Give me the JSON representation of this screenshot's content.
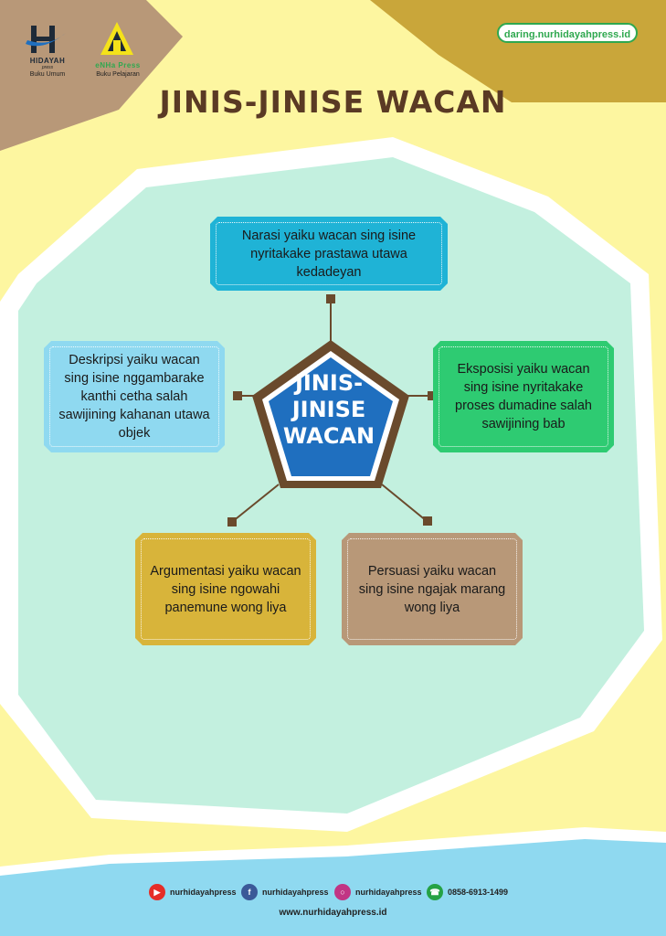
{
  "header": {
    "logo_hidayah": {
      "name": "HIDAYAH",
      "sub": "press",
      "caption": "Buku Umum"
    },
    "logo_enha": {
      "name": "eNHa Press",
      "caption": "Buku Pelajaran"
    },
    "site_badge": "daring.nurhidayahpress.id"
  },
  "title": "JINIS-JINISE WACAN",
  "center": {
    "line1": "JINIS-",
    "line2": "JINISE",
    "line3": "WACAN"
  },
  "cards": {
    "narasi": "Narasi yaiku wacan sing isine nyritakake prastawa utawa kedadeyan",
    "deskripsi": "Deskripsi yaiku wacan sing isine nggambarake kanthi cetha salah sawijining kahanan utawa objek",
    "eksposisi": "Eksposisi yaiku wacan sing isine nyritakake proses dumadine salah sawijining bab",
    "argumentasi": "Argumentasi yaiku wacan sing isine ngowahi panemune wong liya",
    "persuasi": "Persuasi yaiku wacan sing isine ngajak marang wong liya"
  },
  "footer": {
    "youtube": "nurhidayahpress",
    "facebook": "nurhidayahpress",
    "instagram": "nurhidayahpress",
    "whatsapp": "0858-6913-1499",
    "website": "www.nurhidayahpress.id"
  },
  "colors": {
    "background": "#fdf6a0",
    "mint": "#c3f0df",
    "title": "#5a3a24",
    "narasi": "#1fb3d6",
    "deskripsi": "#8fd9f0",
    "eksposisi": "#2ecb72",
    "argumentasi": "#d8b43a",
    "persuasi": "#b89878",
    "center": "#1f6fbf",
    "frame": "#6a4a2c"
  }
}
